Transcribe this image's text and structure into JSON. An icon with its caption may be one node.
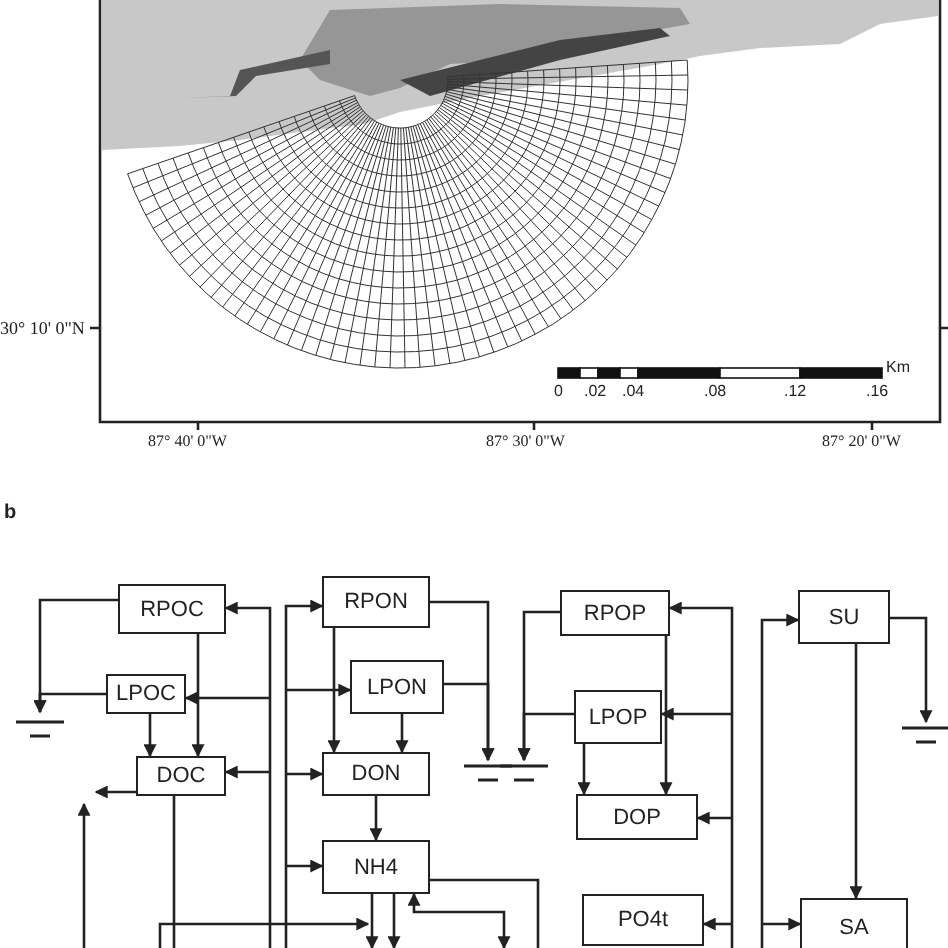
{
  "diagram": {
    "nodes": [
      {
        "text": [
          "RPOC"
        ]
      },
      {
        "text": [
          "LPOC"
        ]
      },
      {
        "text": [
          "DOC"
        ]
      },
      {
        "text": [
          "RPON"
        ]
      },
      {
        "text": [
          "LPON"
        ]
      },
      {
        "text": [
          "DON"
        ]
      },
      {
        "text": [
          "NH4"
        ]
      },
      {
        "text": [
          "RPOP"
        ]
      },
      {
        "text": [
          "LPOP"
        ]
      },
      {
        "text": [
          "DOP"
        ]
      },
      {
        "text": [
          "PO4t"
        ]
      },
      {
        "text": [
          "SU"
        ]
      },
      {
        "text": [
          "SA"
        ]
      },
      {
        "text": [],
        "shape": "ground"
      },
      {
        "text": [],
        "shape": "ground"
      },
      {
        "text": [],
        "shape": "ground"
      },
      {
        "text": [],
        "shape": "ground"
      }
    ],
    "edges": [
      {
        "from": 0,
        "to": 2,
        "arrow": "to"
      },
      {
        "from": 1,
        "to": 2,
        "arrow": "to"
      },
      {
        "from": 0,
        "to": 13,
        "arrow": "to"
      },
      {
        "from": 1,
        "to": 13,
        "arrow": "to"
      },
      {
        "from": 2,
        "to": null,
        "arrow": "to"
      },
      {
        "from": null,
        "to": 0,
        "arrow": "to"
      },
      {
        "from": null,
        "to": 1,
        "arrow": "to"
      },
      {
        "from": null,
        "to": 2,
        "arrow": "to"
      },
      {
        "from": 2,
        "to": null,
        "arrow": "none"
      },
      {
        "from": null,
        "to": 3,
        "arrow": "to"
      },
      {
        "from": null,
        "to": 4,
        "arrow": "to"
      },
      {
        "from": null,
        "to": 5,
        "arrow": "to"
      },
      {
        "from": null,
        "to": 6,
        "arrow": "to"
      },
      {
        "from": 3,
        "to": 5,
        "arrow": "to"
      },
      {
        "from": 4,
        "to": 5,
        "arrow": "to"
      },
      {
        "from": 5,
        "to": 6,
        "arrow": "to"
      },
      {
        "from": 6,
        "to": null,
        "arrow": "to"
      },
      {
        "from": 6,
        "to": null,
        "arrow": "both"
      },
      {
        "from": 6,
        "to": null,
        "arrow": "to"
      },
      {
        "from": 6,
        "to": null,
        "arrow": "none"
      },
      {
        "from": 3,
        "to": 14,
        "arrow": "to"
      },
      {
        "from": 4,
        "to": 14,
        "arrow": "to"
      },
      {
        "from": 7,
        "to": 9,
        "arrow": "to"
      },
      {
        "from": 8,
        "to": 9,
        "arrow": "to"
      },
      {
        "from": 7,
        "to": 15,
        "arrow": "to"
      },
      {
        "from": 8,
        "to": 15,
        "arrow": "to"
      },
      {
        "from": null,
        "to": 7,
        "arrow": "to"
      },
      {
        "from": null,
        "to": 8,
        "arrow": "to"
      },
      {
        "from": null,
        "to": 9,
        "arrow": "to"
      },
      {
        "from": null,
        "to": 10,
        "arrow": "to"
      },
      {
        "from": null,
        "to": 11,
        "arrow": "to"
      },
      {
        "from": null,
        "to": 12,
        "arrow": "to"
      },
      {
        "from": 11,
        "to": 12,
        "arrow": "to"
      },
      {
        "from": 11,
        "to": 16,
        "arrow": "to"
      }
    ],
    "labels": [
      "30° 10' 0\"N",
      "Km",
      "0",
      ".02",
      ".04",
      ".08",
      ".12",
      ".16",
      "87° 40' 0\"W",
      "87° 30' 0\"W",
      "87° 20' 0\"W",
      "b"
    ]
  }
}
